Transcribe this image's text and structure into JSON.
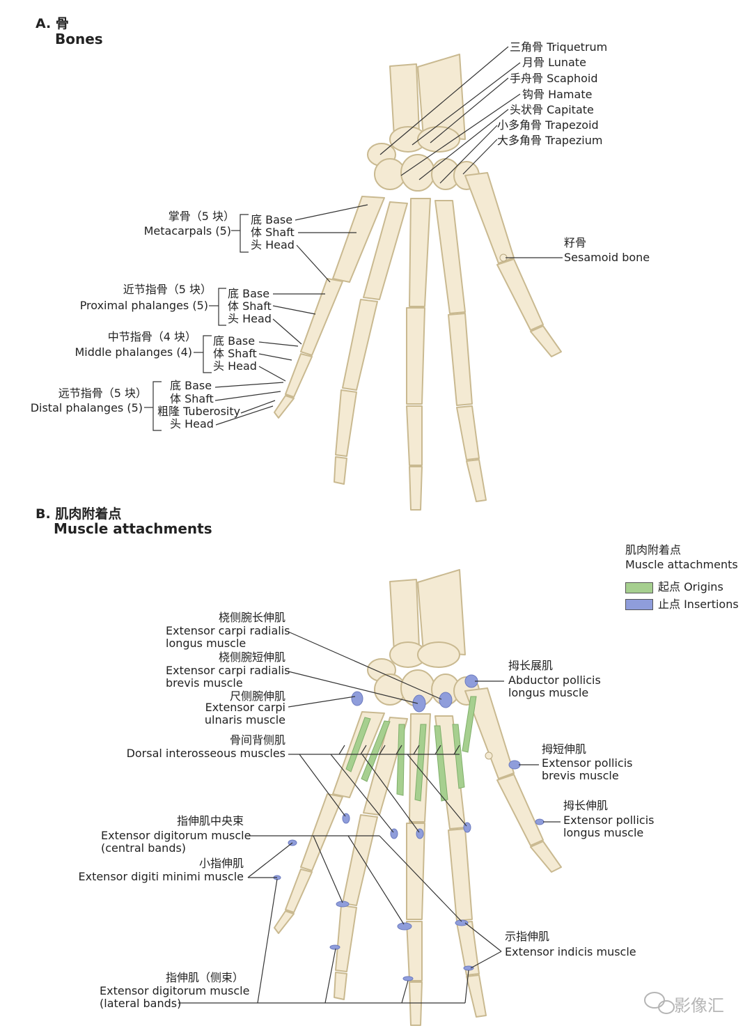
{
  "sectionA": {
    "label_cn": "A. 骨",
    "label_en": "Bones",
    "carpals": [
      "三角骨 Triquetrum",
      "月骨 Lunate",
      "手舟骨 Scaphoid",
      "钩骨 Hamate",
      "头状骨 Capitate",
      "小多角骨 Trapezoid",
      "大多角骨 Trapezium"
    ],
    "sesamoid_cn": "籽骨",
    "sesamoid_en": "Sesamoid bone",
    "metacarpals_cn": "掌骨（5 块）",
    "metacarpals_en": "Metacarpals (5)",
    "proximal_cn": "近节指骨（5 块）",
    "proximal_en": "Proximal phalanges (5)",
    "middle_cn": "中节指骨（4 块）",
    "middle_en": "Middle phalanges (4)",
    "distal_cn": "远节指骨（5 块）",
    "distal_en": "Distal phalanges (5)",
    "base": "底 Base",
    "shaft": "体 Shaft",
    "head": "头 Head",
    "tuberosity": "粗隆 Tuberosity"
  },
  "sectionB": {
    "label_cn": "B. 肌肉附着点",
    "label_en": "Muscle attachments",
    "legend": {
      "title_cn": "肌肉附着点",
      "title_en": "Muscle attachments",
      "origins": "起点 Origins",
      "insertions": "止点 Insertions"
    },
    "ecrl": [
      "桡侧腕长伸肌",
      "Extensor carpi radialis",
      "longus muscle"
    ],
    "ecrb": [
      "桡侧腕短伸肌",
      "Extensor carpi radialis",
      "brevis muscle"
    ],
    "ecu": [
      "尺侧腕伸肌",
      "Extensor carpi",
      "ulnaris muscle"
    ],
    "dorsal": [
      "骨间背侧肌",
      "Dorsal interosseous muscles"
    ],
    "apl": [
      "拇长展肌",
      "Abductor pollicis",
      "longus muscle"
    ],
    "epb": [
      "拇短伸肌",
      "Extensor pollicis",
      "brevis muscle"
    ],
    "epl": [
      "拇长伸肌",
      "Extensor pollicis",
      "longus muscle"
    ],
    "edc_central": [
      "指伸肌中央束",
      "Extensor digitorum muscle",
      "(central bands)"
    ],
    "edm": [
      "小指伸肌",
      "Extensor digiti minimi muscle"
    ],
    "ei": [
      "示指伸肌",
      "Extensor indicis muscle"
    ],
    "edc_lateral": [
      "指伸肌（侧束）",
      "Extensor digitorum muscle",
      "(lateral bands)"
    ]
  },
  "watermark": "影像汇",
  "colors": {
    "bone_fill": "#f4ead3",
    "bone_stroke": "#c9b990",
    "origin_green": "#a6cf8f",
    "insertion_blue": "#8f9ddb",
    "leader_line": "#333333"
  }
}
